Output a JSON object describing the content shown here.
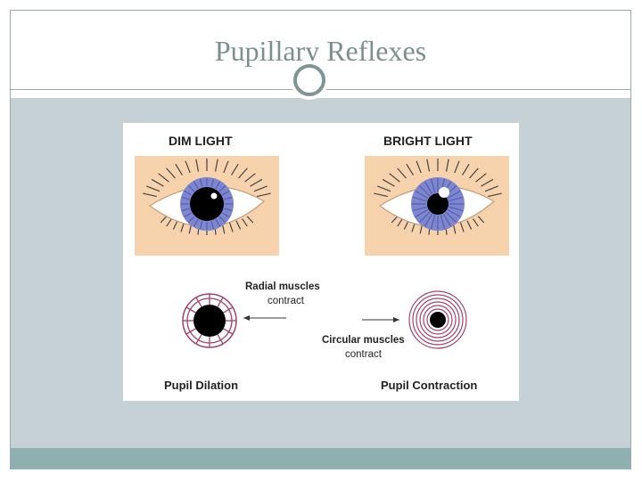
{
  "slide": {
    "title": "Pupillary Reflexes"
  },
  "diagram": {
    "dim": {
      "heading": "DIM LIGHT",
      "muscle_label": "Radial muscles",
      "action": "contract",
      "caption": "Pupil Dilation"
    },
    "bright": {
      "heading": "BRIGHT LIGHT",
      "muscle_label": "Circular muscles",
      "action": "contract",
      "caption": "Pupil Contraction"
    }
  },
  "colors": {
    "theme_frame": "#9aa9a9",
    "title_text": "#7b8f8f",
    "content_band": "#c5d1d5",
    "footer_bar": "#8fb0b0",
    "skin": "#f6d2ad",
    "iris": "#7d86cf",
    "pupil": "#000000",
    "muscle": "#a2426c"
  }
}
